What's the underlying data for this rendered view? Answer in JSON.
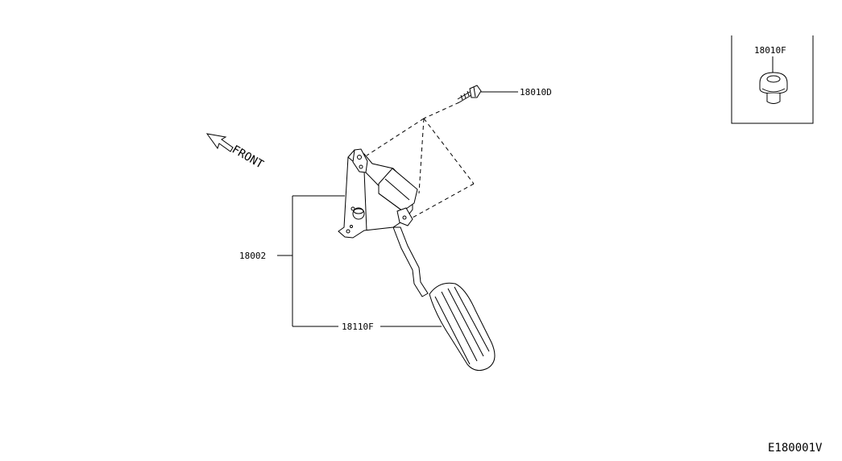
{
  "diagram": {
    "labels": {
      "bolt": "18010D",
      "assembly": "18002",
      "pedal": "18110F",
      "inset_part": "18010F",
      "front": "FRONT",
      "diagram_code": "E180001V"
    }
  }
}
